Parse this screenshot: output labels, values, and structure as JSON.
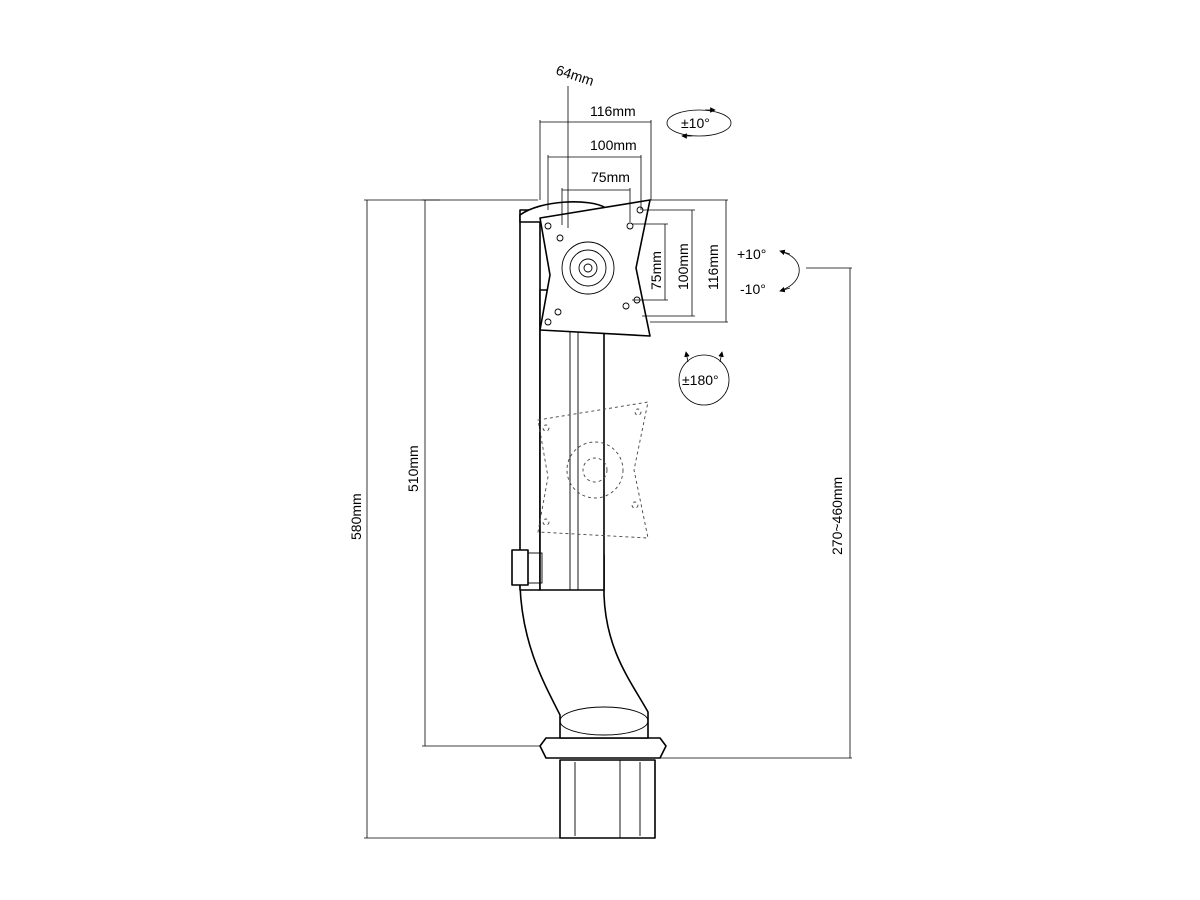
{
  "dimensions": {
    "vesa_64": "64mm",
    "vesa_116_w": "116mm",
    "vesa_100_w": "100mm",
    "vesa_75_w": "75mm",
    "vesa_75_h": "75mm",
    "vesa_100_h": "100mm",
    "vesa_116_h": "116mm",
    "total_height": "580mm",
    "pole_height": "510mm",
    "adjust_range": "270~460mm"
  },
  "rotations": {
    "swivel": "±10°",
    "tilt_up": "+10°",
    "tilt_down": "-10°",
    "rotate": "±180°"
  },
  "colors": {
    "line": "#000000",
    "background": "#ffffff"
  }
}
